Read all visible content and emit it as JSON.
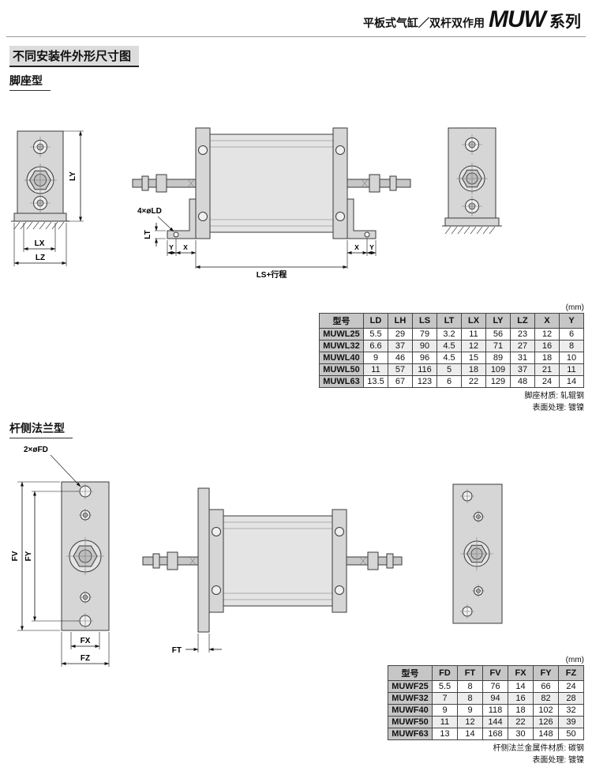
{
  "header": {
    "subtitle": "平板式气缸／双杆双作用",
    "series_name": "MUW",
    "series_suffix": "系列"
  },
  "section_title": "不同安装件外形尺寸图",
  "colors": {
    "table_header_bg": "#c6c6c6",
    "drawing_fill": "#d6d6d6",
    "title_bar_bg": "#dcdcdc"
  },
  "foot_mount": {
    "title": "脚座型",
    "labels": {
      "hole_callout": "4×øLD",
      "lt": "LT",
      "y": "Y",
      "x": "X",
      "ls_stroke": "LS+行程",
      "ly": "LY",
      "lx": "LX",
      "lz": "LZ"
    },
    "table": {
      "unit": "(mm)",
      "headers": [
        "型号",
        "LD",
        "LH",
        "LS",
        "LT",
        "LX",
        "LY",
        "LZ",
        "X",
        "Y"
      ],
      "rows": [
        [
          "MUWL25",
          "5.5",
          "29",
          "79",
          "3.2",
          "11",
          "56",
          "23",
          "12",
          "6"
        ],
        [
          "MUWL32",
          "6.6",
          "37",
          "90",
          "4.5",
          "12",
          "71",
          "27",
          "16",
          "8"
        ],
        [
          "MUWL40",
          "9",
          "46",
          "96",
          "4.5",
          "15",
          "89",
          "31",
          "18",
          "10"
        ],
        [
          "MUWL50",
          "11",
          "57",
          "116",
          "5",
          "18",
          "109",
          "37",
          "21",
          "11"
        ],
        [
          "MUWL63",
          "13.5",
          "67",
          "123",
          "6",
          "22",
          "129",
          "48",
          "24",
          "14"
        ]
      ],
      "notes": [
        "脚座材质: 轧辊钢",
        "表面处理: 镀镍"
      ]
    }
  },
  "flange_mount": {
    "title": "杆侧法兰型",
    "labels": {
      "hole_callout": "2×øFD",
      "fv": "FV",
      "fy": "FY",
      "fx": "FX",
      "fz": "FZ",
      "ft": "FT"
    },
    "table": {
      "unit": "(mm)",
      "headers": [
        "型号",
        "FD",
        "FT",
        "FV",
        "FX",
        "FY",
        "FZ"
      ],
      "rows": [
        [
          "MUWF25",
          "5.5",
          "8",
          "76",
          "14",
          "66",
          "24"
        ],
        [
          "MUWF32",
          "7",
          "8",
          "94",
          "16",
          "82",
          "28"
        ],
        [
          "MUWF40",
          "9",
          "9",
          "118",
          "18",
          "102",
          "32"
        ],
        [
          "MUWF50",
          "11",
          "12",
          "144",
          "22",
          "126",
          "39"
        ],
        [
          "MUWF63",
          "13",
          "14",
          "168",
          "30",
          "148",
          "50"
        ]
      ],
      "notes": [
        "杆侧法兰金属件材质: 碳钢",
        "表面处理: 镀镍"
      ]
    }
  }
}
